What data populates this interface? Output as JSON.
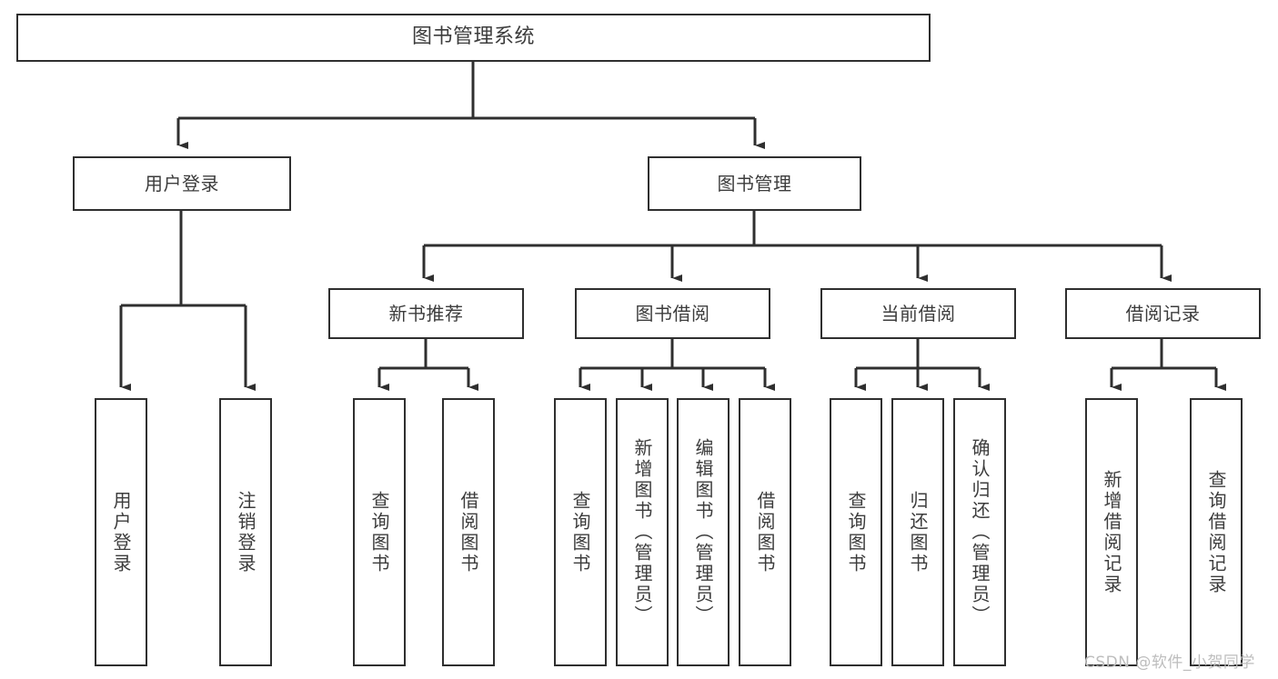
{
  "diagram": {
    "title": "图书管理系统",
    "type": "functional-structure-tree",
    "colors": {
      "box_border": "#2f2f2f",
      "box_fill": "#ffffff",
      "text": "#3c3c3c",
      "connector": "#2f2f2f",
      "watermark": "#bdbdbd",
      "background": "#ffffff"
    },
    "root": {
      "label": "图书管理系统"
    },
    "level1": [
      {
        "id": "user-login",
        "label": "用户登录"
      },
      {
        "id": "book-manage",
        "label": "图书管理"
      }
    ],
    "level2": [
      {
        "id": "new-book-recommend",
        "label": "新书推荐",
        "parent": "book-manage"
      },
      {
        "id": "book-borrow",
        "label": "图书借阅",
        "parent": "book-manage"
      },
      {
        "id": "current-borrow",
        "label": "当前借阅",
        "parent": "book-manage"
      },
      {
        "id": "borrow-record",
        "label": "借阅记录",
        "parent": "book-manage"
      }
    ],
    "leaves": [
      {
        "id": "leaf-user-login",
        "label": "用户登录",
        "parent": "user-login"
      },
      {
        "id": "leaf-logout",
        "label": "注销登录",
        "parent": "user-login"
      },
      {
        "id": "leaf-query-book-1",
        "label": "查询图书",
        "parent": "new-book-recommend"
      },
      {
        "id": "leaf-borrow-book-1",
        "label": "借阅图书",
        "parent": "new-book-recommend"
      },
      {
        "id": "leaf-query-book-2",
        "label": "查询图书",
        "parent": "book-borrow"
      },
      {
        "id": "leaf-add-book",
        "label": "新增图书（管理员）",
        "parent": "book-borrow"
      },
      {
        "id": "leaf-edit-book",
        "label": "编辑图书（管理员）",
        "parent": "book-borrow"
      },
      {
        "id": "leaf-borrow-book-2",
        "label": "借阅图书",
        "parent": "book-borrow"
      },
      {
        "id": "leaf-query-book-3",
        "label": "查询图书",
        "parent": "current-borrow"
      },
      {
        "id": "leaf-return-book",
        "label": "归还图书",
        "parent": "current-borrow"
      },
      {
        "id": "leaf-confirm-return",
        "label": "确认归还（管理员）",
        "parent": "current-borrow"
      },
      {
        "id": "leaf-add-record",
        "label": "新增借阅记录",
        "parent": "borrow-record"
      },
      {
        "id": "leaf-query-record",
        "label": "查询借阅记录",
        "parent": "borrow-record"
      }
    ],
    "watermark": "CSDN @软件_小贺同学"
  }
}
